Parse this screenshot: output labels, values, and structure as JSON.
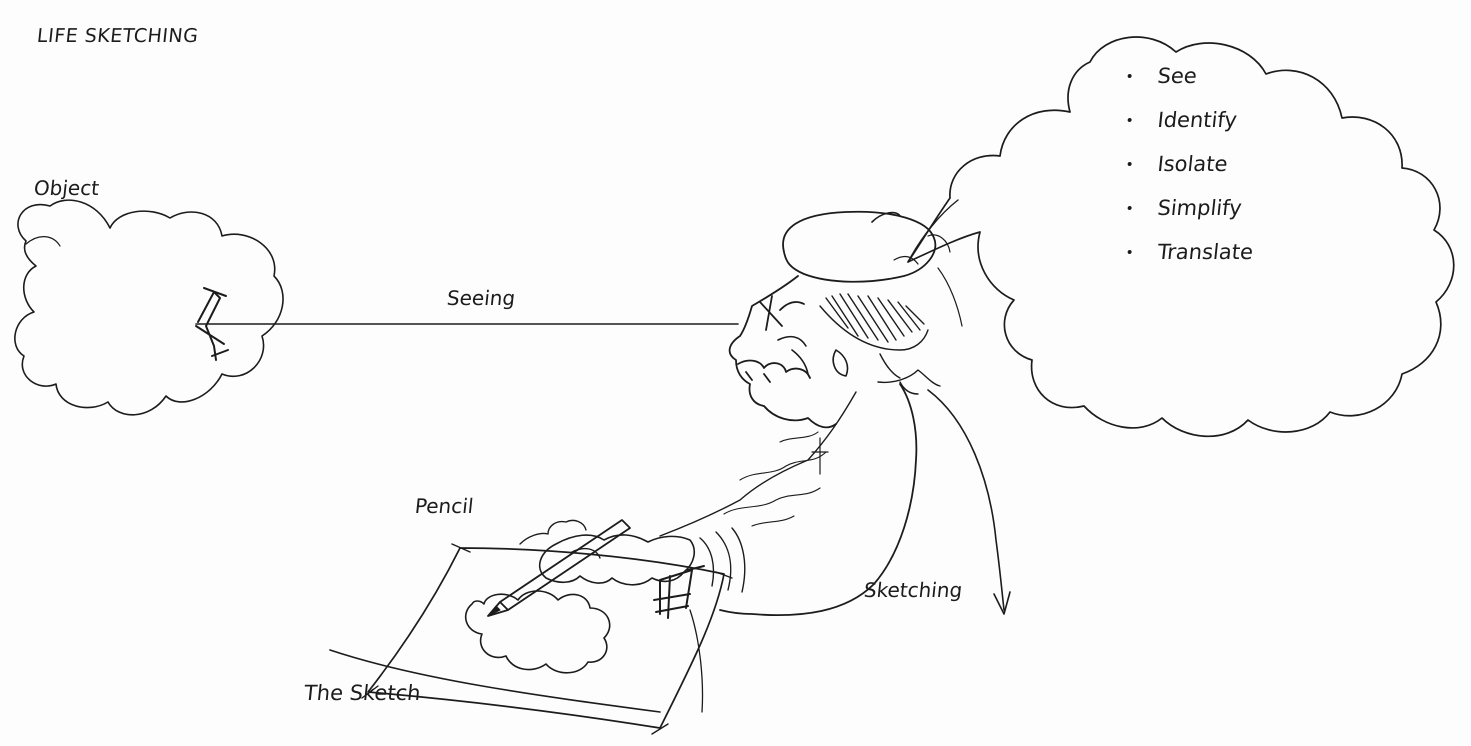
{
  "title": "LIFE SKETCHING",
  "labels": {
    "object": "Object",
    "seeing": "Seeing",
    "pencil": "Pencil",
    "sketching": "Sketching",
    "the_sketch": "The Sketch"
  },
  "thought_steps": [
    "See",
    "Identify",
    "Isolate",
    "Simplify",
    "Translate"
  ],
  "colors": {
    "ink": "#1c1c1c",
    "paper": "#fdfdfd"
  }
}
